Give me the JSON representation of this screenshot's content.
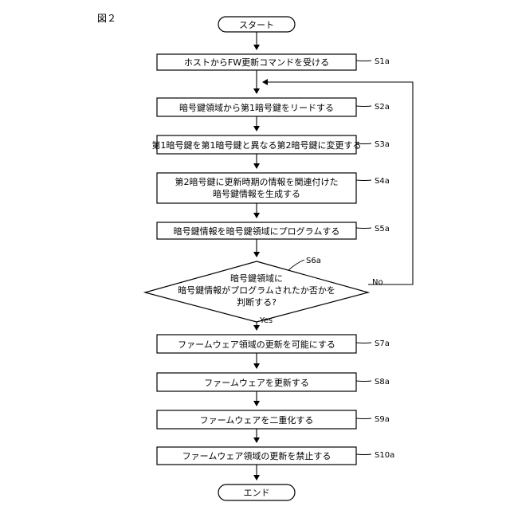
{
  "figure_label": "図２",
  "start": "スタート",
  "end": "エンド",
  "steps": [
    {
      "id": "S1a",
      "lines": [
        "ホストからFW更新コマンドを受ける"
      ]
    },
    {
      "id": "S2a",
      "lines": [
        "暗号鍵領域から第1暗号鍵をリードする"
      ]
    },
    {
      "id": "S3a",
      "lines": [
        "第1暗号鍵を第1暗号鍵と異なる第2暗号鍵に変更する"
      ]
    },
    {
      "id": "S4a",
      "lines": [
        "第2暗号鍵に更新時期の情報を関連付けた",
        "暗号鍵情報を生成する"
      ]
    },
    {
      "id": "S5a",
      "lines": [
        "暗号鍵情報を暗号鍵領域にプログラムする"
      ]
    },
    {
      "id": "S7a",
      "lines": [
        "ファームウェア領域の更新を可能にする"
      ]
    },
    {
      "id": "S8a",
      "lines": [
        "ファームウェアを更新する"
      ]
    },
    {
      "id": "S9a",
      "lines": [
        "ファームウェアを二重化する"
      ]
    },
    {
      "id": "S10a",
      "lines": [
        "ファームウェア領域の更新を禁止する"
      ]
    }
  ],
  "decision": {
    "id": "S6a",
    "lines": [
      "暗号鍵領域に",
      "暗号鍵情報がプログラムされたか否かを",
      "判断する?"
    ],
    "yes": "Yes",
    "no": "No"
  }
}
